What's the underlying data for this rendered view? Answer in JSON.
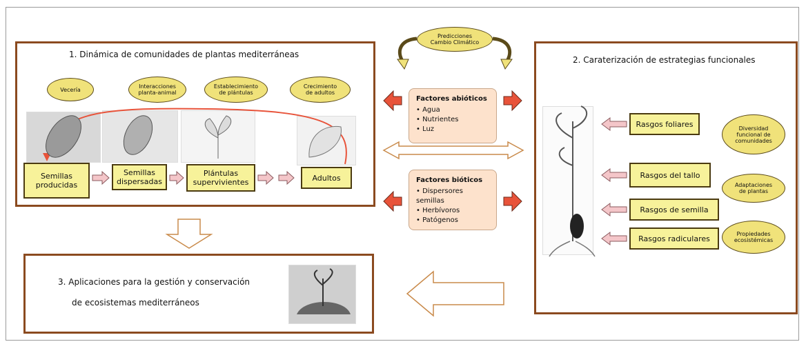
{
  "section1": {
    "title": "1. Dinámica de comunidades de plantas mediterráneas",
    "processes": [
      "Vecería",
      "Interacciones\nplanta-animal",
      "Establecimiento\nde plántulas",
      "Crecimiento\nde adultos"
    ],
    "stages": [
      "Semillas\nproducidas",
      "Semillas\ndispersadas",
      "Plántulas\nsupervivientes",
      "Adultos"
    ]
  },
  "center": {
    "climate": "Predicciones\nCambio Climático",
    "abiotic": {
      "title": "Factores abióticos",
      "items": [
        "Agua",
        "Nutrientes",
        "Luz"
      ]
    },
    "biotic": {
      "title": "Factores bióticos",
      "items": [
        "Dispersores semillas",
        "Herbívoros",
        "Patógenos"
      ]
    }
  },
  "section2": {
    "title": "2. Caraterización de estrategias funcionales",
    "traits": [
      "Rasgos foliares",
      "Rasgos del tallo",
      "Rasgos de semilla",
      "Rasgos radiculares"
    ],
    "outcomes": [
      "Diversidad\nfuncional de\ncomunidades",
      "Adaptaciones\nde plantas",
      "Propiedades\necosistémicas"
    ]
  },
  "section3": {
    "title_line1": "3. Aplicaciones para la gestión y conservación",
    "title_line2": "de ecosistemas mediterráneos"
  },
  "colors": {
    "border": "#8b4a1f",
    "oval": "#f0e27a",
    "stage": "#f7f29a",
    "factor": "#fde2cc",
    "redArrow": "#e8533a",
    "pinkArrow": "#f4c6c9"
  }
}
